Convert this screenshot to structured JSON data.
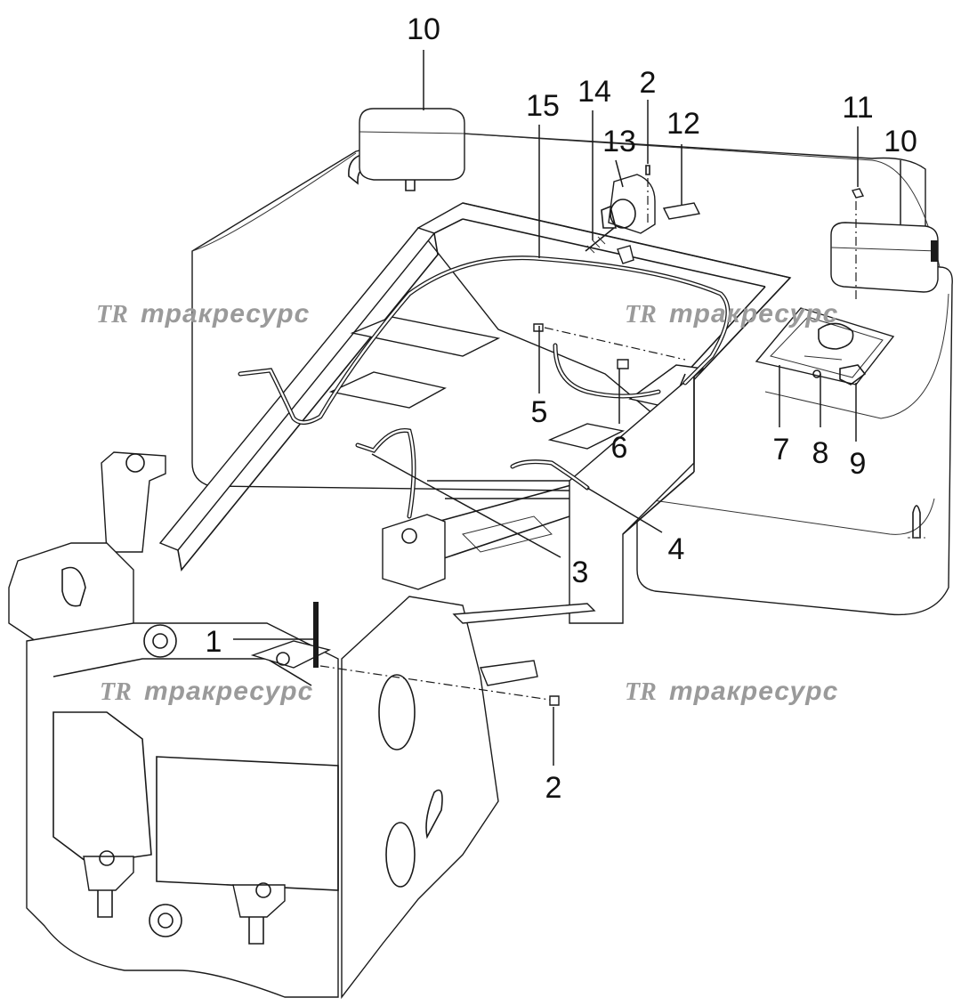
{
  "callouts": [
    {
      "id": "10a",
      "text": "10"
    },
    {
      "id": "2a",
      "text": "2"
    },
    {
      "id": "15",
      "text": "15"
    },
    {
      "id": "14",
      "text": "14"
    },
    {
      "id": "13",
      "text": "13"
    },
    {
      "id": "12",
      "text": "12"
    },
    {
      "id": "11",
      "text": "11"
    },
    {
      "id": "10b",
      "text": "10"
    },
    {
      "id": "5",
      "text": "5"
    },
    {
      "id": "6",
      "text": "6"
    },
    {
      "id": "7",
      "text": "7"
    },
    {
      "id": "8",
      "text": "8"
    },
    {
      "id": "9",
      "text": "9"
    },
    {
      "id": "4",
      "text": "4"
    },
    {
      "id": "3",
      "text": "3"
    },
    {
      "id": "1",
      "text": "1"
    },
    {
      "id": "2b",
      "text": "2"
    }
  ],
  "watermark": {
    "logo": "TR",
    "text": "тракресурс"
  },
  "colors": {
    "line": "#1a1a1a",
    "watermark": "#9a9a9a",
    "background": "#ffffff"
  }
}
